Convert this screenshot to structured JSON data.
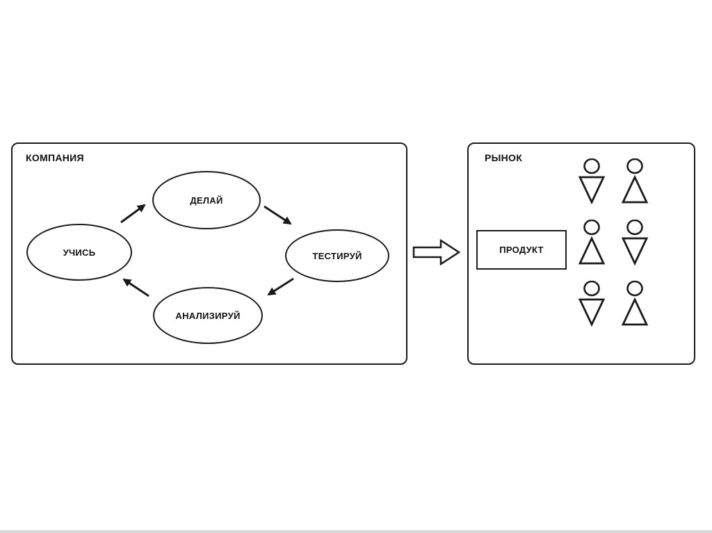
{
  "company": {
    "title": "КОМПАНИЯ",
    "nodes": {
      "do": "ДЕЛАЙ",
      "test": "ТЕСТИРУЙ",
      "analyze": "АНАЛИЗИРУЙ",
      "learn": "УЧИСЬ"
    },
    "cycle_order": [
      "УЧИСЬ",
      "ДЕЛАЙ",
      "ТЕСТИРУЙ",
      "АНАЛИЗИРУЙ"
    ]
  },
  "flow_arrow": "company-to-market",
  "market": {
    "title": "РЫНОК",
    "product_label": "ПРОДУКТ",
    "people": [
      {
        "body": "down"
      },
      {
        "body": "up"
      },
      {
        "body": "up"
      },
      {
        "body": "down"
      },
      {
        "body": "down"
      },
      {
        "body": "up"
      }
    ]
  },
  "colors": {
    "stroke": "#1a1a1a",
    "background": "#ffffff"
  }
}
